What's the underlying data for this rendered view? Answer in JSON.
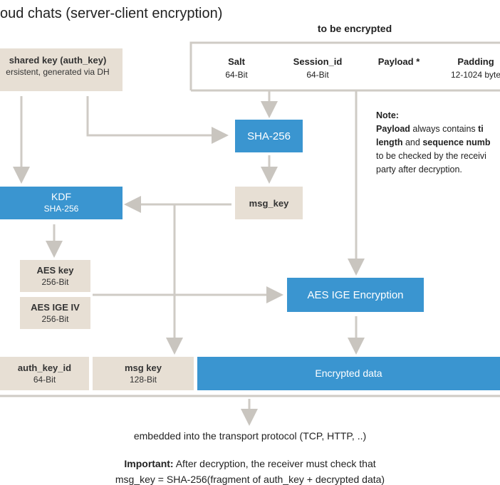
{
  "subtitle": "oud chats (server-client encryption)",
  "to_be_encrypted": "to be encrypted",
  "fields": [
    {
      "name": "Salt",
      "size": "64-Bit"
    },
    {
      "name": "Session_id",
      "size": "64-Bit"
    },
    {
      "name": "Payload *",
      "size": ""
    },
    {
      "name": "Padding",
      "size": "12-1024 byte"
    }
  ],
  "shared_key": {
    "title": "shared key (auth_key)",
    "sub": "ersistent, generated via DH"
  },
  "sha": "SHA-256",
  "msg_key": "msg_key",
  "kdf": {
    "title": "KDF",
    "sub": "SHA-256"
  },
  "aes_key": {
    "title": "AES key",
    "sub": "256-Bit"
  },
  "aes_iv": {
    "title": "AES IGE IV",
    "sub": "256-Bit"
  },
  "aes_enc": "AES IGE Encryption",
  "note": {
    "title": "Note:",
    "b1": "Payload",
    "t1": " always contains ",
    "b2": "ti",
    "l2b": "length",
    "t2": " and ",
    "b3": "sequence numb",
    "l3": "to be checked by the receivi",
    "l4": "party after decryption."
  },
  "auth_key_id": {
    "title": "auth_key_id",
    "sub": "64-Bit"
  },
  "msg_key2": {
    "title": "msg key",
    "sub": "128-Bit"
  },
  "encrypted": "Encrypted data",
  "embedded": "embedded into the transport protocol (TCP, HTTP, ..)",
  "important": {
    "bold": "Important:",
    "text": " After decryption, the receiver must check that",
    "line2": "msg_key = SHA-256(fragment of auth_key + decrypted data)"
  }
}
